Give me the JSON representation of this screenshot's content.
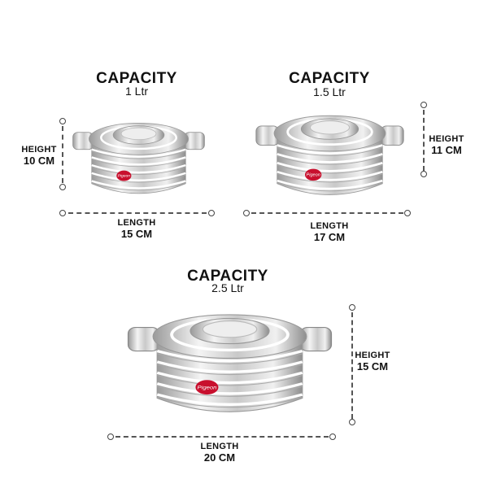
{
  "products": [
    {
      "capacity_label": "CAPACITY",
      "capacity": "1 Ltr",
      "height_label": "HEIGHT",
      "height": "10 CM",
      "length_label": "LENGTH",
      "length": "15 CM"
    },
    {
      "capacity_label": "CAPACITY",
      "capacity": "1.5 Ltr",
      "height_label": "HEIGHT",
      "height": "11 CM",
      "length_label": "LENGTH",
      "length": "17 CM"
    },
    {
      "capacity_label": "CAPACITY",
      "capacity": "2.5 Ltr",
      "height_label": "HEIGHT",
      "height": "15 CM",
      "length_label": "LENGTH",
      "length": "20 CM"
    }
  ],
  "brand_logo": "Pigeon",
  "colors": {
    "logo": "#c8102e",
    "steel": "#d9d9d9"
  }
}
